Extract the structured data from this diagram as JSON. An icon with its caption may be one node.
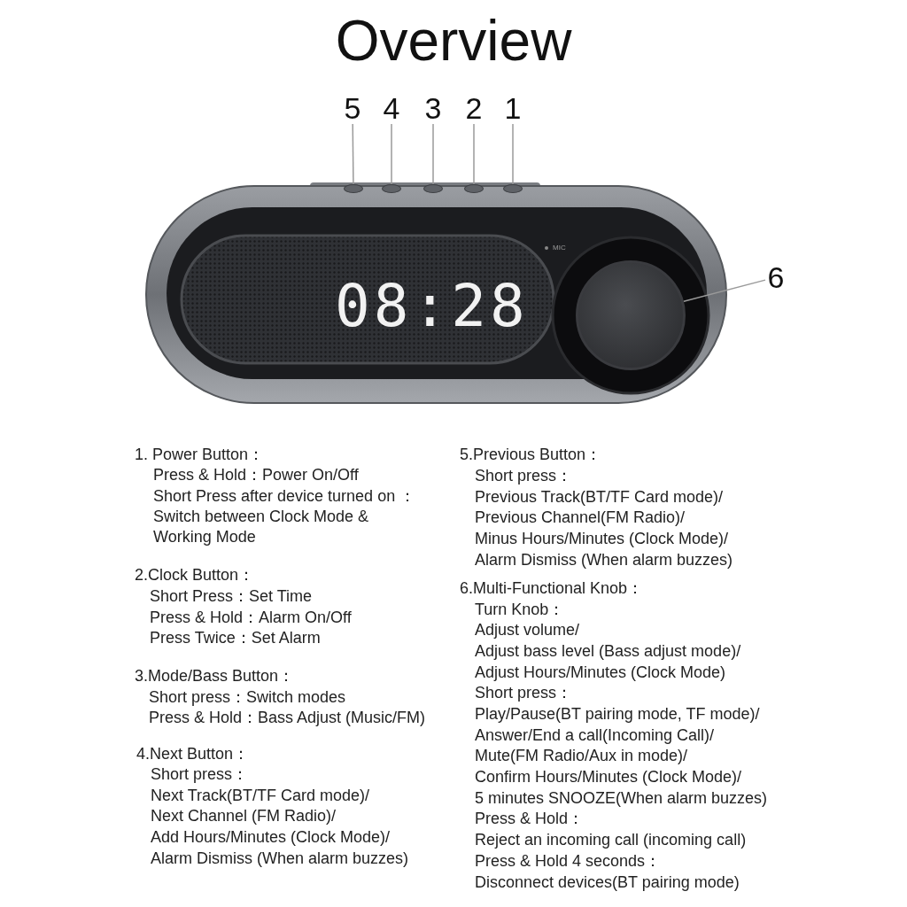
{
  "diagram": {
    "title": "Overview",
    "nodes": [
      {
        "text": [
          "5"
        ]
      },
      {
        "text": [
          "4"
        ]
      },
      {
        "text": [
          "3"
        ]
      },
      {
        "text": [
          "2"
        ]
      },
      {
        "text": [
          "1"
        ]
      },
      {
        "text": [
          "6"
        ]
      },
      {
        "text": [],
        "shape": "button"
      },
      {
        "text": [],
        "shape": "button"
      },
      {
        "text": [],
        "shape": "button"
      },
      {
        "text": [],
        "shape": "button"
      },
      {
        "text": [],
        "shape": "button"
      },
      {
        "text": [],
        "shape": "circle"
      }
    ],
    "edges": [
      {
        "from": 0,
        "to": 6,
        "arrow": "none"
      },
      {
        "from": 1,
        "to": 7,
        "arrow": "none"
      },
      {
        "from": 2,
        "to": 8,
        "arrow": "none"
      },
      {
        "from": 3,
        "to": 9,
        "arrow": "none"
      },
      {
        "from": 4,
        "to": 10,
        "arrow": "none"
      },
      {
        "from": 5,
        "to": 11,
        "arrow": "none"
      }
    ],
    "labels": [
      "08:28",
      "MIC",
      "1. Power Button：",
      "Press & Hold：Power On/Off",
      "Short Press after device turned on ：",
      "Switch between Clock Mode & Working Mode",
      "2.Clock Button：",
      "Short Press：Set Time",
      "Press & Hold：Alarm On/Off",
      "Press Twice：Set Alarm",
      "3.Mode/Bass Button：",
      "Short press：Switch modes",
      "Press & Hold：Bass Adjust (Music/FM)",
      "4.Next Button：",
      "Short press：",
      "Next Track(BT/TF Card mode)/",
      "Next Channel (FM Radio)/",
      "Add Hours/Minutes (Clock Mode)/",
      "Alarm Dismiss (When alarm buzzes)",
      "5.Previous Button：",
      "Short press：",
      "Previous Track(BT/TF Card mode)/",
      "Previous Channel(FM Radio)/",
      "Minus Hours/Minutes (Clock Mode)/",
      "Alarm Dismiss (When alarm buzzes)",
      "6.Multi-Functional Knob：",
      "Turn Knob：",
      "Adjust volume/",
      "Adjust bass level (Bass adjust mode)/",
      "Adjust Hours/Minutes (Clock Mode)",
      "Short press：",
      "Play/Pause(BT pairing mode, TF mode)/",
      "Answer/End a call(Incoming Call)/",
      "Mute(FM Radio/Aux in mode)/",
      "Confirm Hours/Minutes (Clock Mode)/",
      "5 minutes SNOOZE(When alarm buzzes)",
      "Press & Hold：",
      "Reject an incoming call (incoming call)",
      "Press & Hold 4 seconds：",
      "Disconnect devices(BT pairing mode)"
    ]
  }
}
